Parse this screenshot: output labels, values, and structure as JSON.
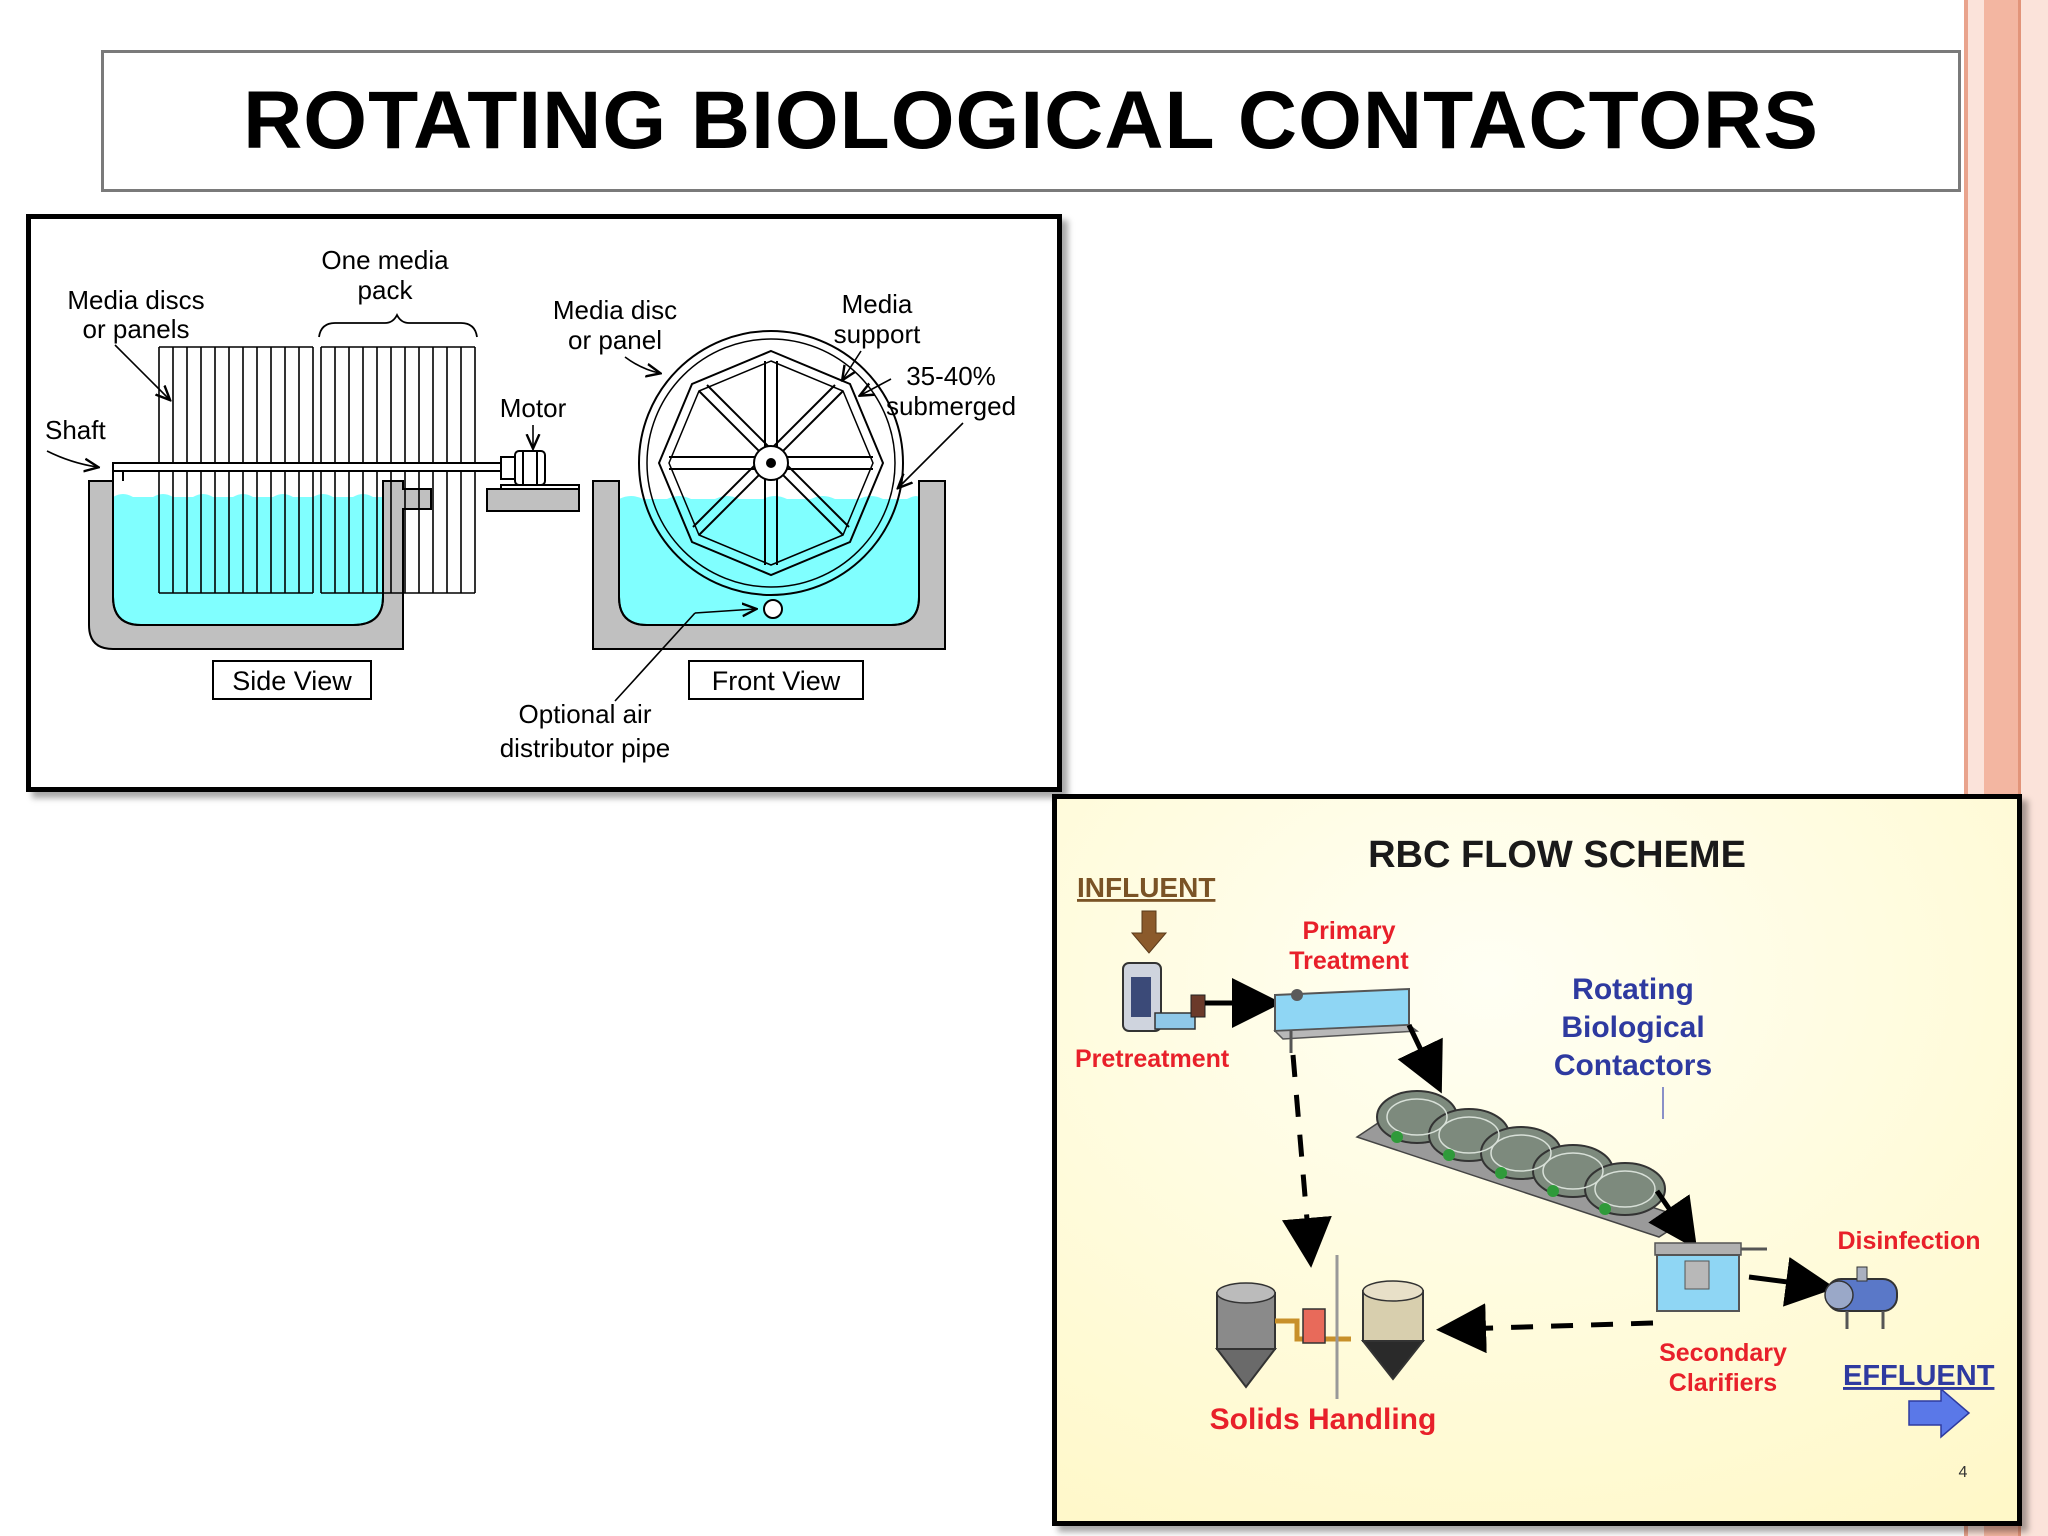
{
  "slide": {
    "title": "ROTATING BIOLOGICAL CONTACTORS",
    "colors": {
      "edge": "#f7c8b8",
      "edge_dark": "#e99a80",
      "water": "#80ffff",
      "tank": "#c0c0c0"
    }
  },
  "side_diagram": {
    "labels": {
      "one_media_pack_1": "One media",
      "one_media_pack_2": "pack",
      "media_discs_1": "Media discs",
      "media_discs_2": "or panels",
      "shaft": "Shaft",
      "motor": "Motor",
      "media_disc_1": "Media disc",
      "media_disc_2": "or panel",
      "media_support_1": "Media",
      "media_support_2": "support",
      "submerged_1": "35-40%",
      "submerged_2": "submerged",
      "side_view": "Side View",
      "front_view": "Front View",
      "air_pipe_1": "Optional air",
      "air_pipe_2": "distributor pipe"
    }
  },
  "flow_scheme": {
    "title": "RBC FLOW SCHEME",
    "influent": "INFLUENT",
    "pretreatment": "Pretreatment",
    "primary_1": "Primary",
    "primary_2": "Treatment",
    "rbc_1": "Rotating",
    "rbc_2": "Biological",
    "rbc_3": "Contactors",
    "disinfection": "Disinfection",
    "secondary_1": "Secondary",
    "secondary_2": "Clarifiers",
    "solids": "Solids Handling",
    "effluent": "EFFLUENT",
    "page_number": "4",
    "colors": {
      "background": "#fffde0",
      "red": "#e8202a",
      "blue": "#2e3aa0",
      "brown": "#7a5326"
    }
  }
}
